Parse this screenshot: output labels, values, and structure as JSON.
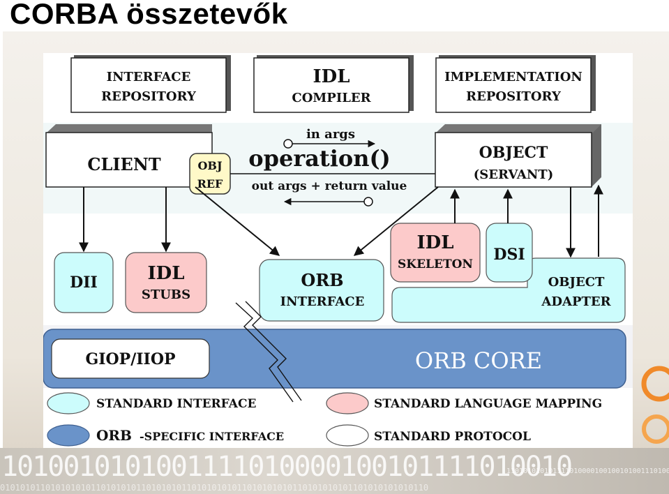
{
  "title": "CORBA összetevők",
  "boxes": {
    "interface_repository": [
      "INTERFACE",
      "REPOSITORY"
    ],
    "idl_compiler": [
      "IDL",
      "COMPILER"
    ],
    "implementation_repository": [
      "IMPLEMENTATION",
      "REPOSITORY"
    ],
    "client": "CLIENT",
    "obj_ref": [
      "OBJ",
      "REF"
    ],
    "object_servant": [
      "OBJECT",
      "(SERVANT)"
    ],
    "dii": "DII",
    "idl_stubs": [
      "IDL",
      "STUBS"
    ],
    "orb_interface": [
      "ORB",
      "INTERFACE"
    ],
    "idl_skeleton": [
      "IDL",
      "SKELETON"
    ],
    "dsi": "DSI",
    "object_adapter": [
      "OBJECT",
      "ADAPTER"
    ],
    "giop_iiop": "GIOP/IIOP",
    "orb_core": "ORB CORE"
  },
  "operation": {
    "in_args": "in args",
    "name": "operation()",
    "out_args": "out args + return value"
  },
  "legend": {
    "standard_interface": "STANDARD INTERFACE",
    "standard_language_mapping": "STANDARD LANGUAGE MAPPING",
    "orb_specific_prefix": "ORB",
    "orb_specific_suffix": "-SPECIFIC INTERFACE",
    "standard_protocol": "STANDARD PROTOCOL"
  },
  "colors": {
    "standard_interface": "#ccfcfc",
    "language_mapping": "#fccaca",
    "orb_specific": "#6a93c9",
    "protocol": "#ffffff"
  },
  "background_binary": {
    "large": "1010010101001111010000100101111010010",
    "small": "1101010101011110100001001001010011101001",
    "bottom": "0101010110101010101101010101101010101101010101011010101010110101010101101010101010110"
  }
}
